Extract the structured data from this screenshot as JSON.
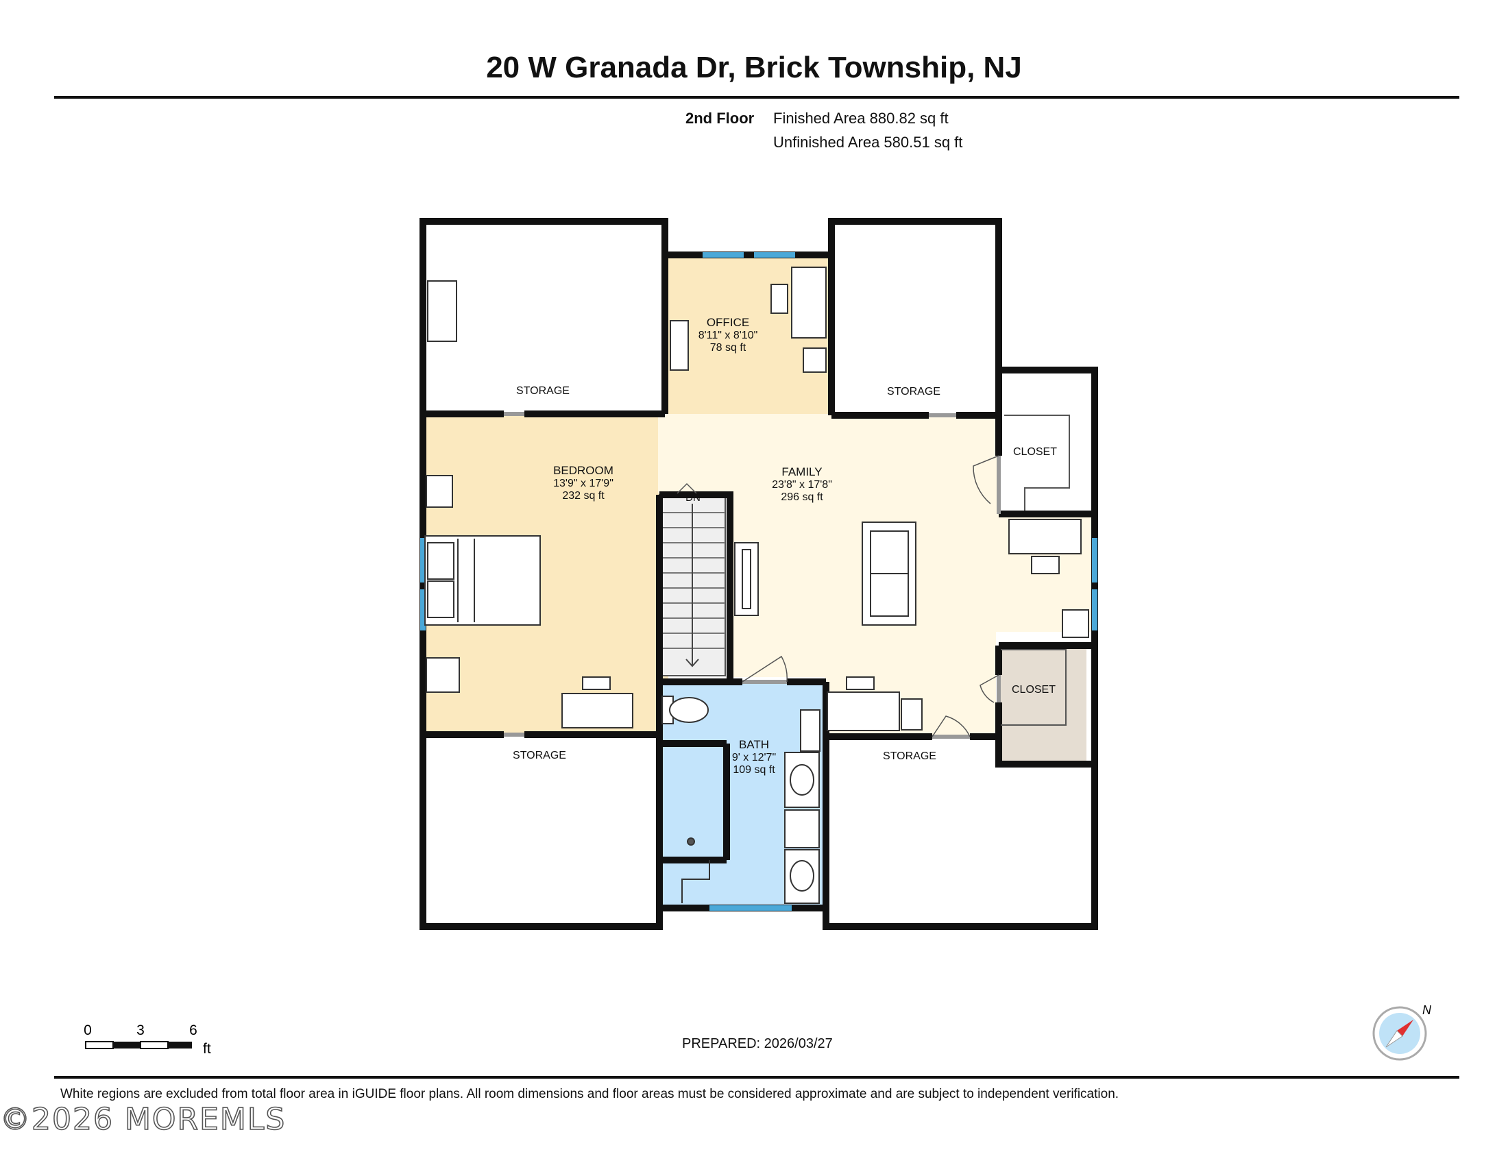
{
  "header": {
    "title": "20 W Granada Dr, Brick Township, NJ",
    "floor": "2nd Floor",
    "finished_area": "Finished Area 880.82 sq ft",
    "unfinished_area": "Unfinished Area 580.51 sq ft"
  },
  "rooms": {
    "storage_top_left": "STORAGE",
    "storage_top_right": "STORAGE",
    "storage_bottom_left": "STORAGE",
    "storage_bottom_right": "STORAGE",
    "office": {
      "name": "OFFICE",
      "dims": "8'11\" x 8'10\"",
      "area": "78 sq ft"
    },
    "bedroom": {
      "name": "BEDROOM",
      "dims": "13'9\" x 17'9\"",
      "area": "232 sq ft"
    },
    "family": {
      "name": "FAMILY",
      "dims": "23'8\" x 17'8\"",
      "area": "296 sq ft"
    },
    "bath": {
      "name": "BATH",
      "dims": "9' x 12'7\"",
      "area": "109 sq ft"
    },
    "closet_upper": "CLOSET",
    "closet_lower": "CLOSET",
    "stairs": "DN"
  },
  "colors": {
    "wall": "#111111",
    "bedroom_fill": "#fbe9bf",
    "office_fill": "#fbe9bf",
    "family_fill": "#fff8e4",
    "bath_fill": "#c3e4fb",
    "closet_fill": "#e5ddd2",
    "window": "#4aa8d8"
  },
  "footer": {
    "scale": {
      "tick_0": "0",
      "tick_3": "3",
      "tick_6": "6",
      "unit": "ft"
    },
    "compass_label": "N",
    "prepared": "PREPARED: 2026/03/27",
    "disclaimer": "White regions are excluded from total floor area in iGUIDE floor plans. All room dimensions and floor areas must be considered approximate and are subject to independent verification.",
    "watermark": "©2026 MOREMLS"
  }
}
